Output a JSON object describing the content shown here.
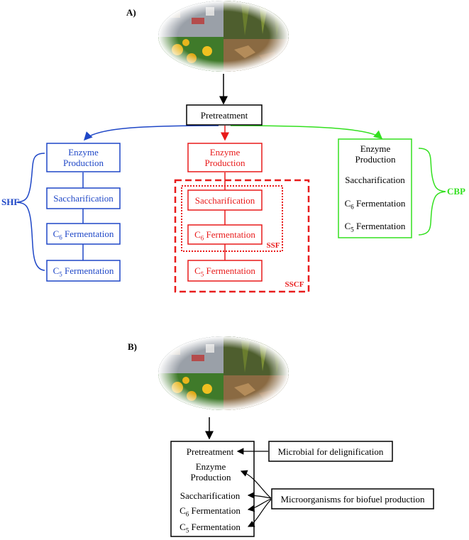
{
  "panel_a": {
    "label": "A)",
    "pretreatment": "Pretreatment",
    "shf": {
      "label": "SHF",
      "color": "#1f47c7",
      "steps": [
        "Enzyme Production",
        "Saccharification",
        "C6 Fermentation",
        "C5 Fermentation"
      ]
    },
    "ssf_sscf": {
      "color": "#e81a1a",
      "steps": [
        "Enzyme Production",
        "Saccharification",
        "C6 Fermentation",
        "C5 Fermentation"
      ],
      "ssf_label": "SSF",
      "sscf_label": "SSCF"
    },
    "cbp": {
      "label": "CBP",
      "color": "#33e01f",
      "steps": [
        "Enzyme Production",
        "Saccharification",
        "C6 Fermentation",
        "C5 Fermentation"
      ]
    }
  },
  "panel_b": {
    "label": "B)",
    "steps": [
      "Pretreatment",
      "Enzyme Production",
      "Saccharification",
      "C6 Fermentation",
      "C5 Fermentation"
    ],
    "delignification": "Microbial for delignification",
    "biofuel": "Microorganisms for biofuel production"
  },
  "image_description": "biomass-collage-icon"
}
